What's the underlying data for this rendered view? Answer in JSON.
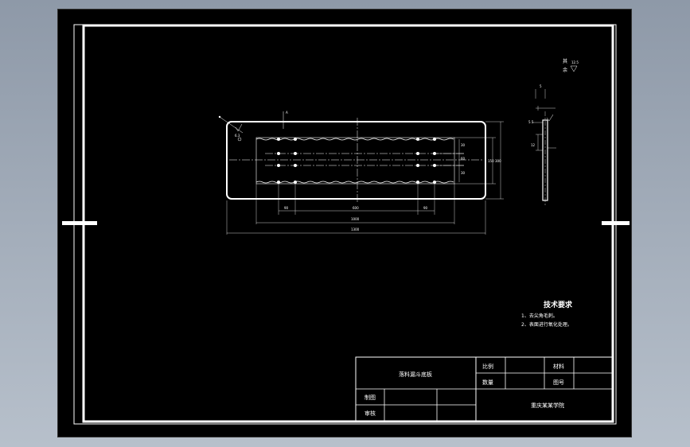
{
  "colors": {
    "background": "#8e99a8",
    "canvas": "#000000",
    "lines": "#ffffff"
  },
  "dimensions": {
    "d_left": "90",
    "d_mid": "600",
    "d_right": "90",
    "inner": "1000",
    "total": "1300",
    "right_a": "150",
    "right_b": "300",
    "h1": "60",
    "h2": "30",
    "h3": "30"
  },
  "annotations": {
    "note_leader": "6.3",
    "roughness": "12.5",
    "roughness_prefix_1": "其",
    "roughness_prefix_2": "余",
    "side_top": "5",
    "side_t": "5.5",
    "side_v": "12"
  },
  "tech": {
    "title": "技术要求",
    "items": [
      "1、去尖角毛刺。",
      "2、表面进行氧化处理。"
    ]
  },
  "title_block": {
    "part_name": "落料漏斗底板",
    "scale_label": "比例",
    "qty_label": "数量",
    "material_label": "材料",
    "drawing_no_label": "图号",
    "drawn_label": "制图",
    "checked_label": "审核",
    "org": "重庆某某学院"
  }
}
